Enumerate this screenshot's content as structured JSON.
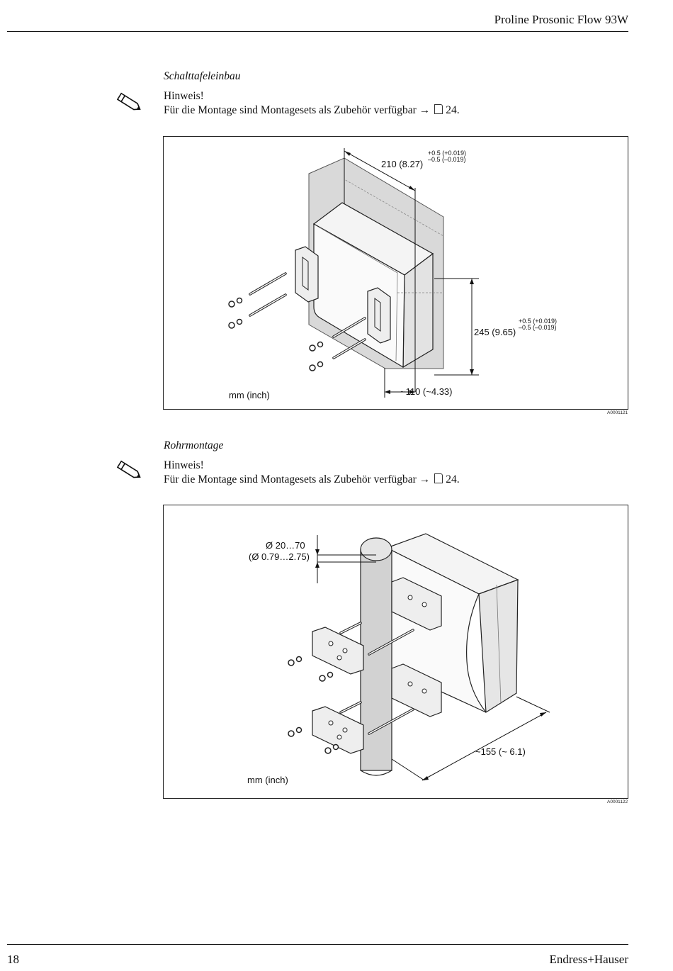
{
  "header": {
    "title": "Proline Prosonic Flow 93W"
  },
  "sections": [
    {
      "title": "Schalttafeleinbau",
      "note_heading": "Hinweis!",
      "note_text": "Für die Montage sind Montagesets als Zubehör verfügbar →",
      "note_page": "24.",
      "figure": {
        "id": "A0001121",
        "unit_label": "mm (inch)",
        "dim_width": "210 (8.27)",
        "dim_width_tol_plus": "+0.5 (+0.019)",
        "dim_width_tol_minus": "–0.5 (–0.019)",
        "dim_height": "245 (9.65)",
        "dim_height_tol_plus": "+0.5 (+0.019)",
        "dim_height_tol_minus": "–0.5 (–0.019)",
        "dim_depth": "~110 (~4.33)"
      }
    },
    {
      "title": "Rohrmontage",
      "note_heading": "Hinweis!",
      "note_text": "Für die Montage sind Montagesets als Zubehör verfügbar →",
      "note_page": "24.",
      "figure": {
        "id": "A0001122",
        "unit_label": "mm (inch)",
        "dim_pipe_mm": "Ø 20…70",
        "dim_pipe_inch": "(Ø 0.79…2.75)",
        "dim_depth": "~155 (~ 6.1)"
      }
    }
  ],
  "footer": {
    "page_number": "18",
    "brand": "Endress+Hauser"
  }
}
